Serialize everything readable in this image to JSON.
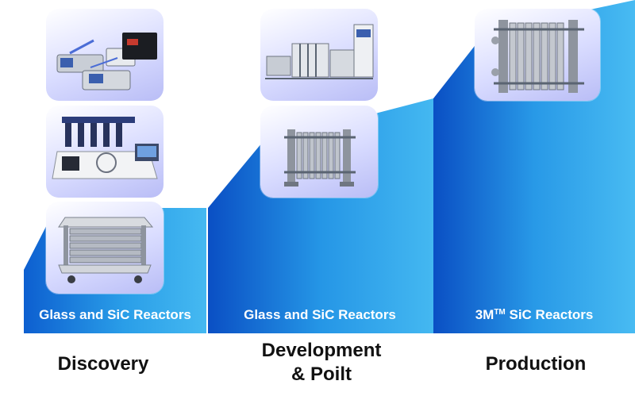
{
  "stages": [
    {
      "name": "Discovery",
      "reactor_label": "Glass and SiC Reactors"
    },
    {
      "name_line1": "Development",
      "name_line2": "& Poilt",
      "reactor_label": "Glass and SiC Reactors"
    },
    {
      "name": "Production",
      "reactor_label_main": "3M",
      "reactor_label_sup": "TM",
      "reactor_label_rest": " SiC Reactors"
    }
  ],
  "colors": {
    "step_light": "#3fb6ef",
    "step_mid": "#1e8fe4",
    "step_dark": "#0a4fc4",
    "card_tint": "#c5c8fb",
    "label_text": "#ffffff",
    "stage_text": "#111111"
  },
  "images": [
    "lab-syringe-pump-equipment",
    "lab-multi-reactor-workstation",
    "stacked-plate-reactor",
    "pilot-plant-skid",
    "plate-reactor-frame",
    "production-plate-reactor"
  ]
}
